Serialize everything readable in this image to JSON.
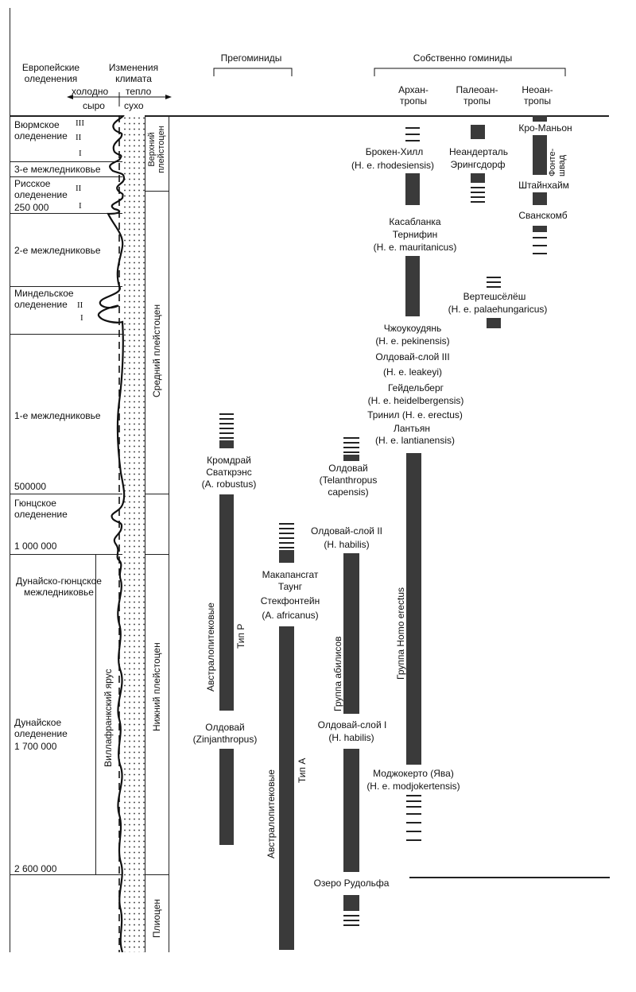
{
  "header": {
    "european_glaciations": "Европейские оледенения",
    "climate_changes": "Изменения климата",
    "cold": "холодно",
    "warm": "тепло",
    "wet": "сыро",
    "dry": "сухо",
    "prehominids": "Прегоминиды",
    "hominids_proper": "Собственно гоминиды",
    "archanthropes": "Архан-тропы",
    "paleoanthropes": "Палеоан-тропы",
    "neoanthropes": "Неоан-тропы"
  },
  "glaciation_column": {
    "wurm": "Вюрмское оледенение",
    "wurm_marks": [
      "III",
      "II",
      "I"
    ],
    "interglacial_3": "3-е межледниковье",
    "riss": "Рисское оледенение",
    "riss_marks": [
      "II",
      "I"
    ],
    "age_250000": "250 000",
    "interglacial_2": "2-е межледниковье",
    "mindel": "Миндельское оледенение",
    "mindel_marks": [
      "II",
      "I"
    ],
    "interglacial_1": "1-е межледниковье",
    "age_500000": "500000",
    "gunz": "Гюнцское оледенение",
    "age_1000000": "1 000 000",
    "danube_gunz": "Дунайско-гюнцское межледниковье",
    "danube": "Дунайское оледенение",
    "age_1700000": "1 700 000",
    "age_2600000": "2 600 000",
    "villafranchian": "Виллафранкский ярус"
  },
  "epochs": {
    "upper_pleistocene": "Верхний плейстоцен",
    "middle_pleistocene": "Средний плейстоцен",
    "lower_pleistocene": "Нижний плейстоцен",
    "pliocene": "Плиоцен"
  },
  "prehominids": {
    "kromdraai": "Кромдрай",
    "swartkrans": "Сваткрэнс",
    "robustus": "(A. robustus)",
    "australopithecines_p": "Австралопитековые",
    "type_p": "Тип Р",
    "olduvai": "Олдовай",
    "zinjanthropus": "(Zinjanthropus)",
    "makapansgat": "Макапансгат",
    "taung": "Таунг",
    "sterkfontein": "Стекфонтейн",
    "africanus": "(A. africanus)",
    "australopithecines_a": "Австралопитековые",
    "type_a": "Тип А"
  },
  "hominids": {
    "broken_hill": "Брокен-Хилл",
    "rhodesiensis": "(H. e. rhodesiensis)",
    "neanderthal": "Неандерталь",
    "ehringsdorf": "Эрингсдорф",
    "cro_magnon": "Кро-Маньон",
    "fontechevade": "Фонте-швад",
    "steinheim": "Штайнхайм",
    "swanscombe": "Сванскомб",
    "casablanca": "Касабланка",
    "ternifine": "Тернифин",
    "mauritanicus": "(H. e. mauritanicus)",
    "vertesszolos": "Вертешсёлёш",
    "palaehungaricus": "(H. e. palaehungaricus)",
    "zhoukoudian": "Чжоукоудянь",
    "pekinensis": "(H. e. pekinensis)",
    "olduvai_3": "Олдовай-слой III",
    "leakeyi": "(H. e. leakeyi)",
    "heidelberg": "Гейдельберг",
    "heidelbergensis": "(H. e. heidelbergensis)",
    "trinil": "Тринил (H. e. erectus)",
    "lantian": "Лантьян",
    "lantianensis": "(H. e. lantianensis)",
    "olduvai_tel": "Олдовай",
    "telanthropus": "(Telanthropus",
    "capensis": "capensis)",
    "olduvai_2": "Олдовай-слой II",
    "habilis_2": "(H. habilis)",
    "habilis_group": "Группа абилисов",
    "erectus_group": "Группа Homo erectus",
    "olduvai_1": "Олдовай-слой I",
    "habilis_1": "(H. habilis)",
    "modjokerto": "Моджокерто (Ява)",
    "modjokertensis": "(H. e. modjokertensis)",
    "rudolf": "Озеро Рудольфа"
  }
}
